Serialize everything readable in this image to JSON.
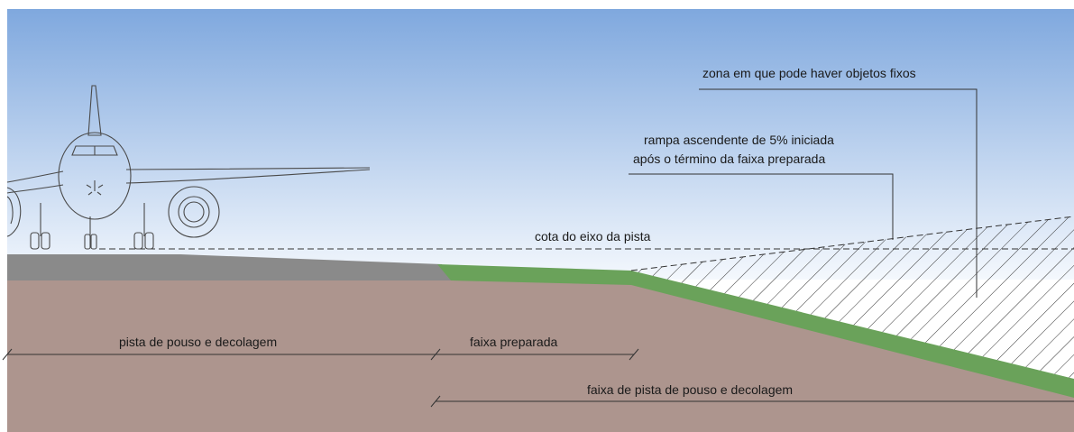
{
  "labels": {
    "fixed_objects_zone": "zona em que pode haver objetos fixos",
    "ramp_line1": "rampa ascendente de 5% iniciada",
    "ramp_line2": "após o término da faixa preparada",
    "runway_axis_level": "cota do eixo da pista",
    "runway": "pista de pouso e decolagem",
    "prepared_strip": "faixa preparada",
    "runway_strip": "faixa de pista de pouso e decolagem"
  },
  "colors": {
    "sky_top": "#7fa8de",
    "sky_bottom": "#f4f8fd",
    "soil": "#ad958e",
    "runway_pavement": "#8a8a8a",
    "grass_strip": "#6aa25a",
    "lines": "#333333"
  },
  "icons": {
    "aircraft": "aircraft-front-view-icon"
  }
}
